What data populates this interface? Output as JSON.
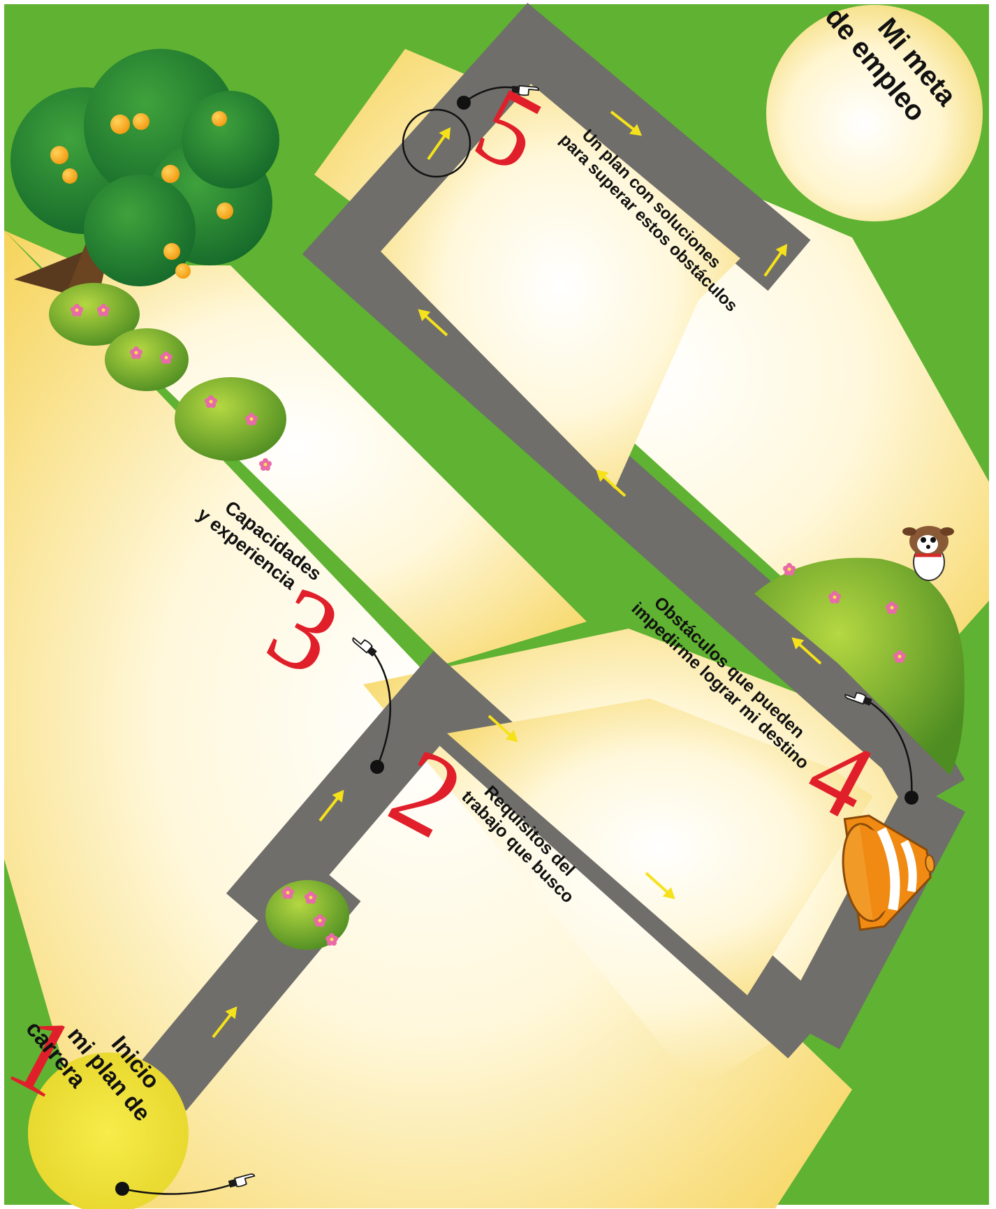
{
  "colors": {
    "grass": "#5fb232",
    "path_light": "#fffdf0",
    "path_warm": "#f8d86a",
    "road": "#6f6e6a",
    "arrow": "#f5e21b",
    "number": "#e01f2a",
    "start_circle": "#f1e43a",
    "goal_glow": "#fff6cc"
  },
  "start": {
    "number": "1",
    "lines": [
      "Inicio",
      "mi plan de",
      "carrera"
    ]
  },
  "goal": {
    "lines": [
      "Mi meta",
      "de empleo"
    ]
  },
  "steps": [
    {
      "number": "2",
      "lines": [
        "Requisitos del",
        "trabajo que busco"
      ]
    },
    {
      "number": "3",
      "lines": [
        "Capacidades",
        "y experiencia"
      ]
    },
    {
      "number": "4",
      "lines": [
        "Obstáculos que pueden",
        "impedirme lograr mi destino"
      ]
    },
    {
      "number": "5",
      "lines": [
        "Un plan con soluciones",
        "para superar estos obstáculos"
      ]
    }
  ],
  "icons": [
    "orange-tree-icon",
    "flower-bush-icon",
    "dog-icon",
    "traffic-cone-icon",
    "pointing-hand-icon",
    "direction-arrow-icon"
  ]
}
